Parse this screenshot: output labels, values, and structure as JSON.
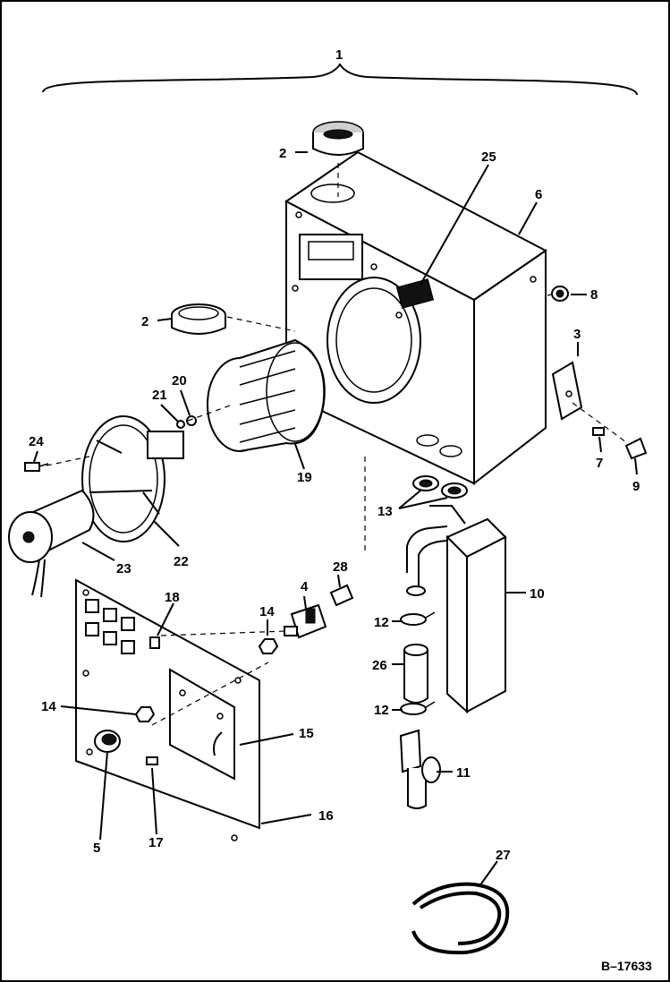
{
  "diagram": {
    "document_id": "B–17633",
    "callouts": {
      "c1": "1",
      "c2a": "2",
      "c2b": "2",
      "c3": "3",
      "c4": "4",
      "c5": "5",
      "c6": "6",
      "c7": "7",
      "c8": "8",
      "c9": "9",
      "c10": "10",
      "c11": "11",
      "c12a": "12",
      "c12b": "12",
      "c13": "13",
      "c14a": "14",
      "c14b": "14",
      "c15": "15",
      "c16": "16",
      "c17": "17",
      "c18": "18",
      "c19": "19",
      "c20": "20",
      "c21": "21",
      "c22": "22",
      "c23": "23",
      "c24": "24",
      "c25": "25",
      "c26": "26",
      "c27": "27",
      "c28": "28"
    }
  }
}
